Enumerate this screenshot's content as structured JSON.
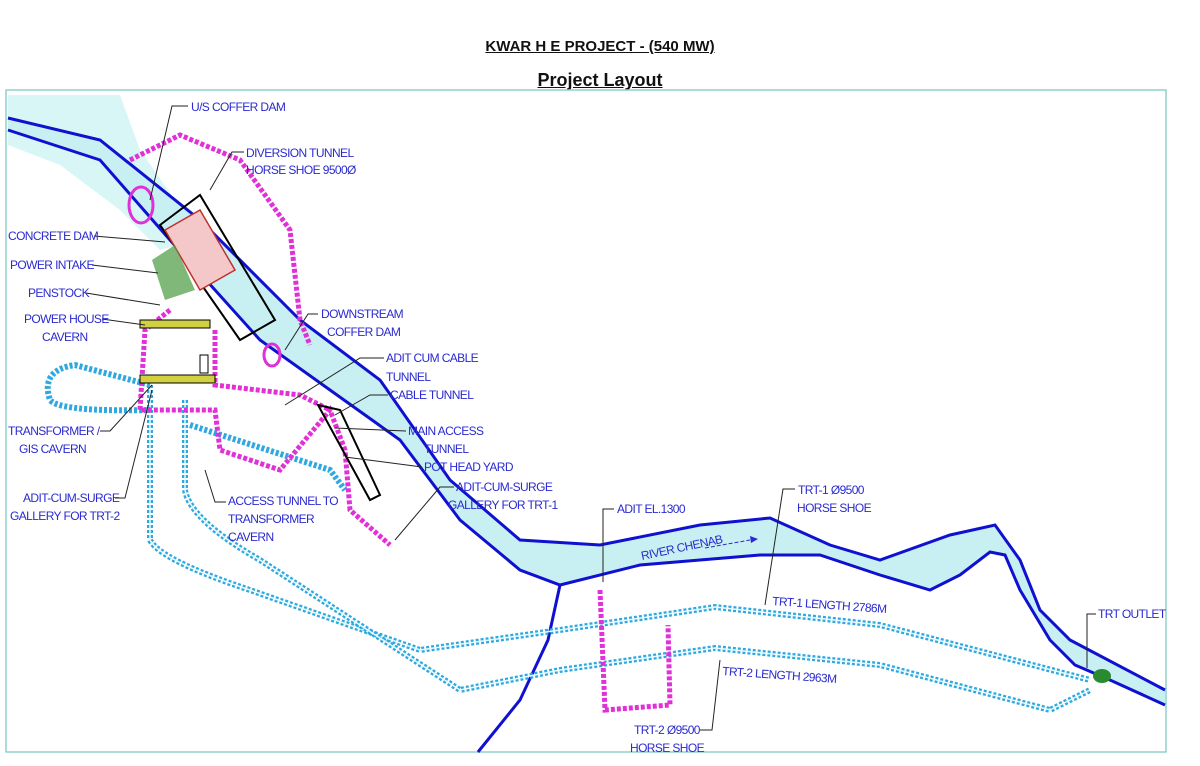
{
  "header": {
    "title": "KWAR H E PROJECT - (540 MW)",
    "subtitle": "Project Layout"
  },
  "labels": {
    "us_coffer_dam": "U/S COFFER DAM",
    "diversion_tunnel": [
      "DIVERSION TUNNEL",
      "HORSE SHOE 9500Ø"
    ],
    "concrete_dam": "CONCRETE DAM",
    "power_intake": "POWER INTAKE",
    "penstock": "PENSTOCK",
    "power_house": [
      "POWER HOUSE",
      "CAVERN"
    ],
    "downstream_coffer_dam": [
      "DOWNSTREAM",
      "COFFER DAM"
    ],
    "adit_cum_cable": [
      "ADIT CUM CABLE",
      "TUNNEL"
    ],
    "cable_tunnel": "CABLE TUNNEL",
    "main_access": [
      "MAIN ACCESS",
      "TUNNEL"
    ],
    "pot_head_yard": "POT HEAD YARD",
    "adit_surge_trt1": [
      "ADIT-CUM-SURGE",
      "GALLERY FOR TRT-1"
    ],
    "transformer_gis": [
      "TRANSFORMER /",
      "GIS CAVERN"
    ],
    "adit_surge_trt2": [
      "ADIT-CUM-SURGE",
      "GALLERY FOR TRT-2"
    ],
    "access_tunnel": [
      "ACCESS TUNNEL TO",
      "TRANSFORMER",
      "CAVERN"
    ],
    "adit_el": "ADIT EL.1300",
    "trt1_dia": [
      "TRT-1 Ø9500",
      "HORSE SHOE"
    ],
    "river": "RIVER CHENAB",
    "trt1_length": "TRT-1 LENGTH 2786M",
    "trt2_length": "TRT-2 LENGTH 2963M",
    "trt2_dia": [
      "TRT-2 Ø9500",
      "HORSE SHOE"
    ],
    "trt_outlet": "TRT OUTLET"
  },
  "colors": {
    "river_fill": "#c8f0f2",
    "river_bank": "#1010d0",
    "trt": "#2fa8e0",
    "adit": "#e030d8",
    "label": "#2a2ad0"
  }
}
